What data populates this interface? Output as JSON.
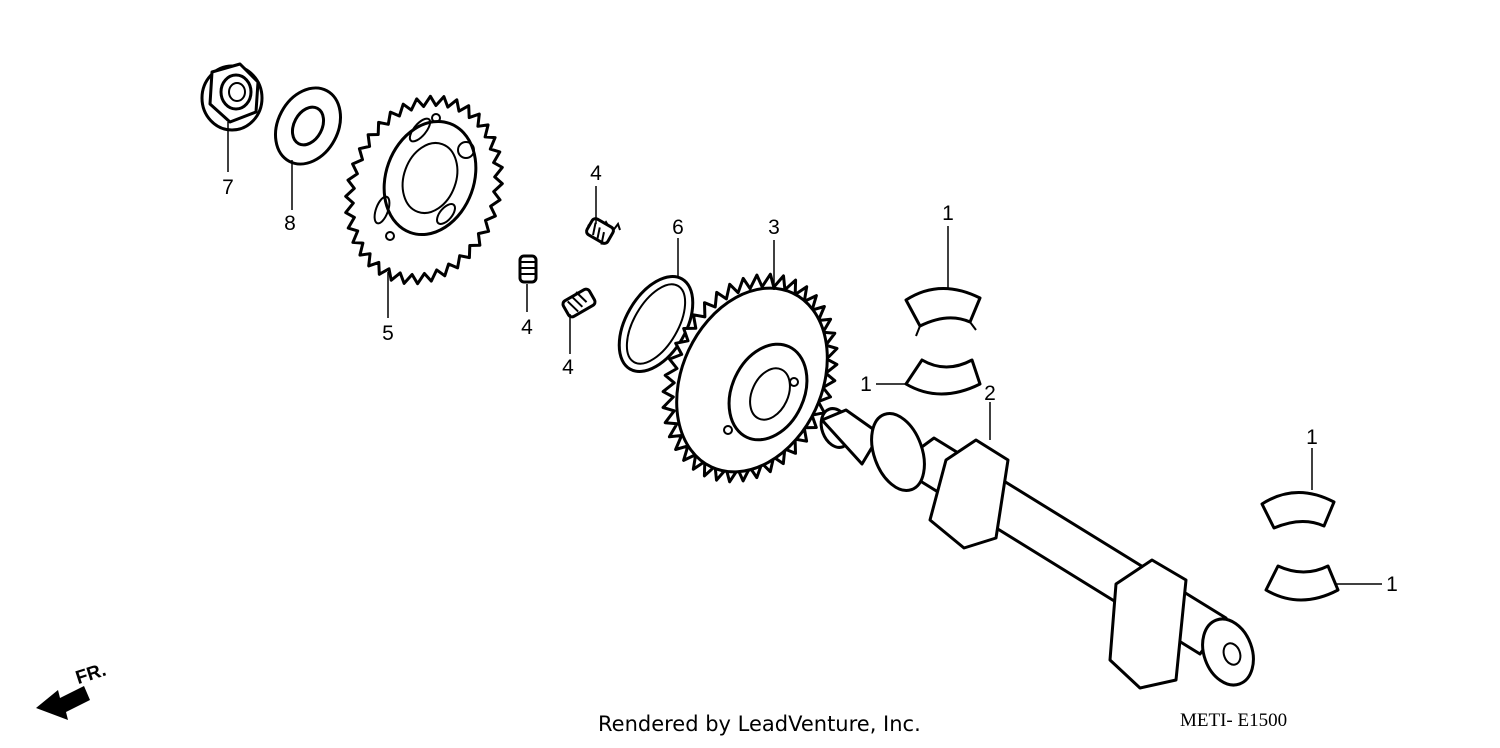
{
  "callouts": {
    "bearing_1": "1",
    "shaft_2": "2",
    "gear_3": "3",
    "spring_4": "4",
    "sprocket_5": "5",
    "washer_6": "6",
    "nut_7": "7",
    "washer_8": "8"
  },
  "direction": {
    "label": "FR."
  },
  "footer": {
    "credit": "Rendered by LeadVenture, Inc.",
    "diagram_code": "METI- E1500"
  }
}
